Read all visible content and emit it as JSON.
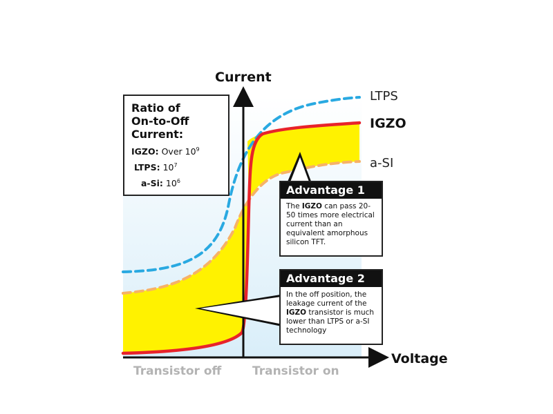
{
  "axes": {
    "y_label": "Current",
    "x_label": "Voltage"
  },
  "regions": {
    "off": "Transistor off",
    "on": "Transistor on"
  },
  "curves": [
    {
      "name": "LTPS",
      "color": "#29a9e1",
      "style": "dashed"
    },
    {
      "name": "IGZO",
      "color": "#e8232a",
      "style": "solid"
    },
    {
      "name": "a-SI",
      "color": "#f7b267",
      "style": "dashed"
    }
  ],
  "fill_color": "#fff200",
  "ratio_box": {
    "title_lines": [
      "Ratio of",
      "On-to-Off",
      "Current:"
    ],
    "rows": [
      {
        "label": "IGZO:",
        "text": "Over 10",
        "exp": "9"
      },
      {
        "label": "LTPS:",
        "text": "10",
        "exp": "7"
      },
      {
        "label": "a-Si:",
        "text": "10",
        "exp": "6"
      }
    ]
  },
  "advantage1": {
    "title": "Advantage 1",
    "pre": "The ",
    "bold": "IGZO",
    "post": " can pass 20-50 times more electrical current than an equivalent amorphous silicon TFT."
  },
  "advantage2": {
    "title": "Advantage 2",
    "pre": "In the off position, the leakage current of the ",
    "bold": "IGZO",
    "post": " transistor is much lower than LTPS or a-SI technology"
  }
}
